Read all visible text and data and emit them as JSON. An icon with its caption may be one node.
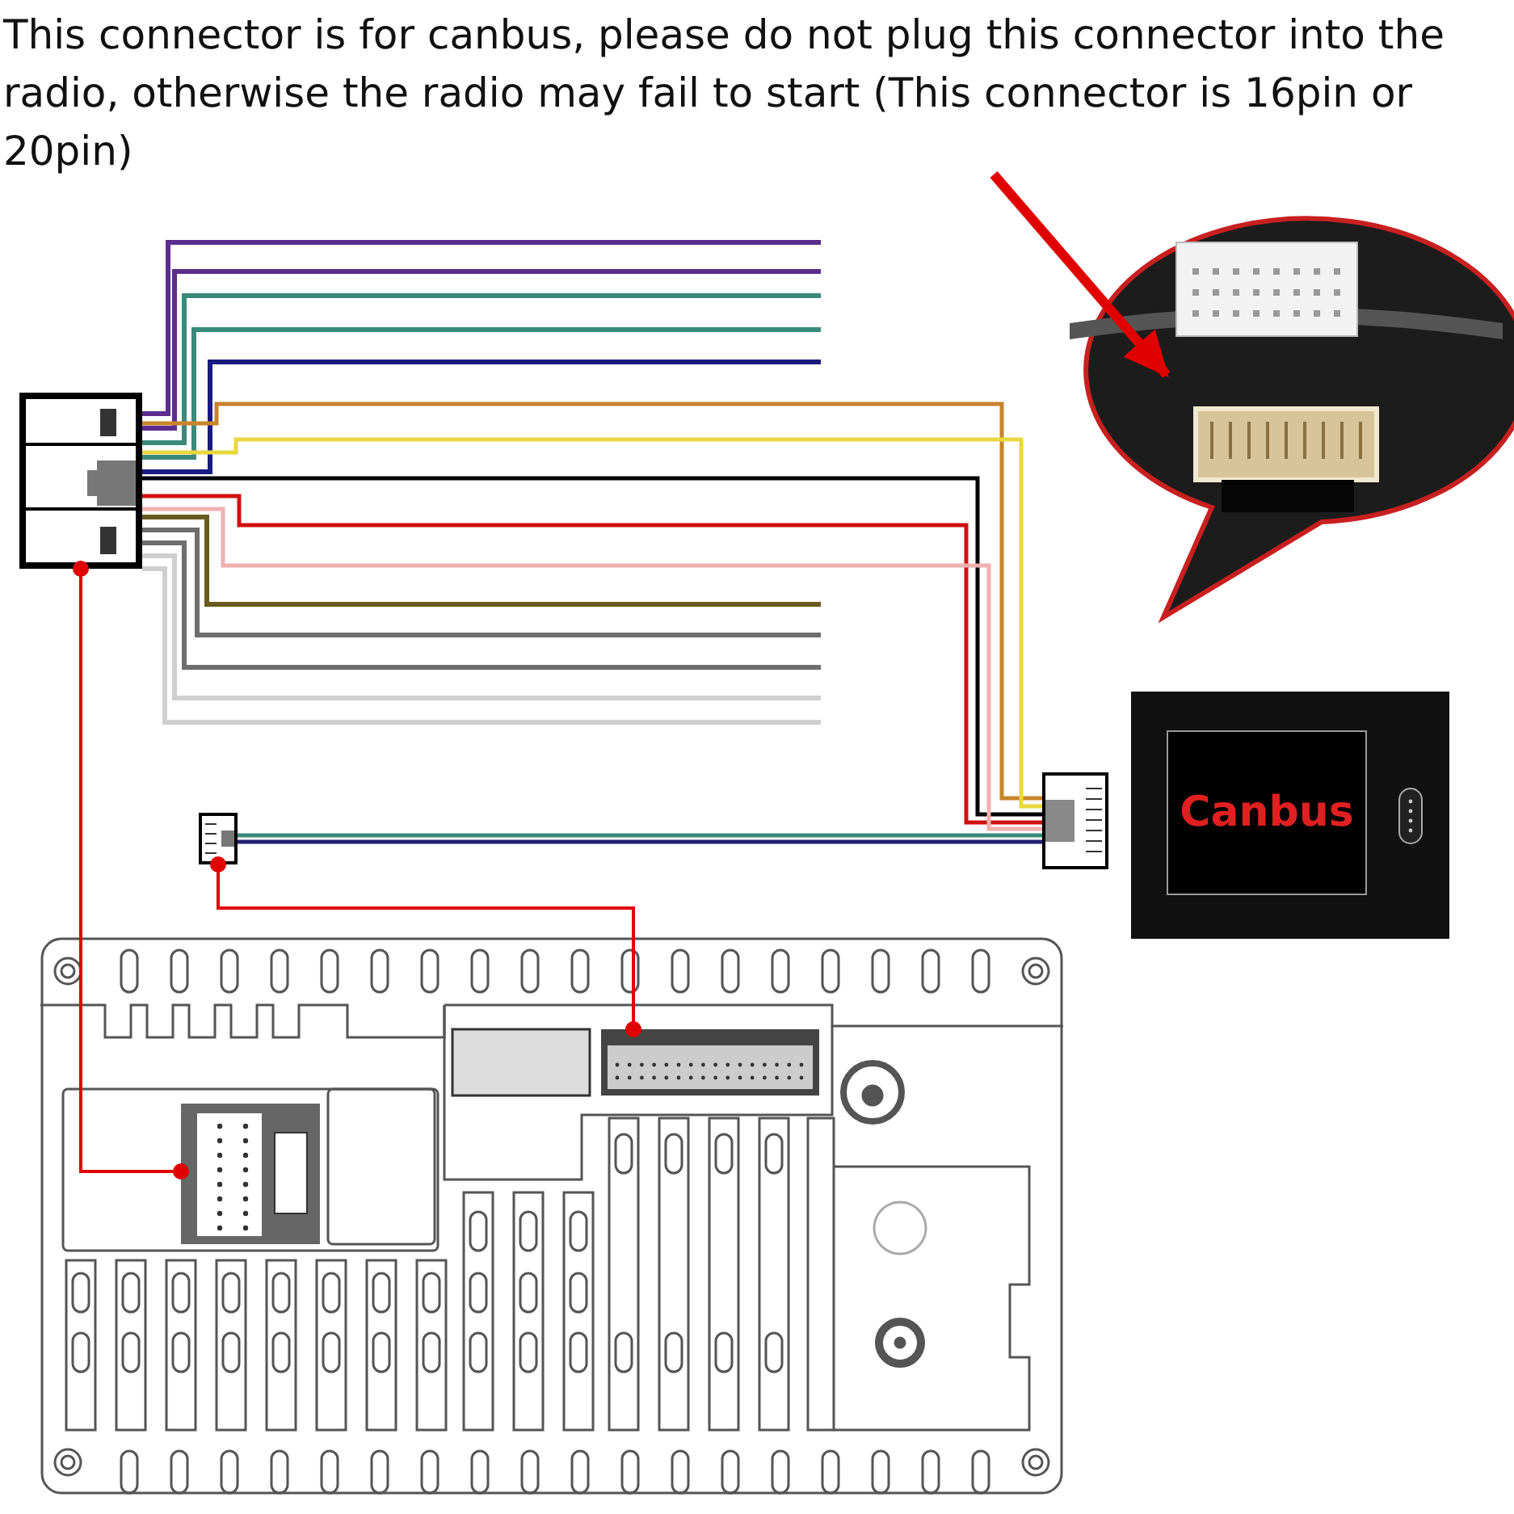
{
  "diagram": {
    "title": "This connector is for canbus, please do not plug this connector into the radio, otherwise the radio may fail to start (This connector is 16pin or 20pin)",
    "nodes": [
      {
        "text": [],
        "shape": "box"
      },
      {
        "text": [],
        "shape": "picture"
      },
      {
        "text": [],
        "shape": "box",
        "in": 1
      },
      {
        "text": [],
        "shape": "box",
        "in": 1
      },
      {
        "text": [],
        "shape": "box"
      },
      {
        "text": [],
        "shape": "box"
      },
      {
        "text": [
          "Canbus"
        ]
      },
      {
        "text": [],
        "shape": "picture"
      }
    ],
    "edges": [
      {
        "from": 0,
        "to": 2,
        "arrow": "other",
        "color": "#e00000"
      },
      {
        "from": 4,
        "to": 3,
        "arrow": "other",
        "color": "#e00000"
      },
      {
        "from": 0,
        "to": 5,
        "arrow": "none",
        "color": "#c8842a"
      },
      {
        "from": 0,
        "to": 5,
        "arrow": "none",
        "color": "#e8d840"
      },
      {
        "from": 0,
        "to": 5,
        "arrow": "none",
        "color": "#000000"
      },
      {
        "from": 0,
        "to": 5,
        "arrow": "none",
        "color": "#d01010"
      },
      {
        "from": 0,
        "to": 5,
        "arrow": "none",
        "color": "#f0b0b0"
      },
      {
        "from": 4,
        "to": 5,
        "arrow": "none",
        "color": "#3a8a7a"
      },
      {
        "from": 4,
        "to": 5,
        "arrow": "none",
        "color": "#202070"
      },
      {
        "from": null,
        "to": 7,
        "arrow": "to",
        "style": "thick",
        "color": "#e00000"
      }
    ]
  }
}
